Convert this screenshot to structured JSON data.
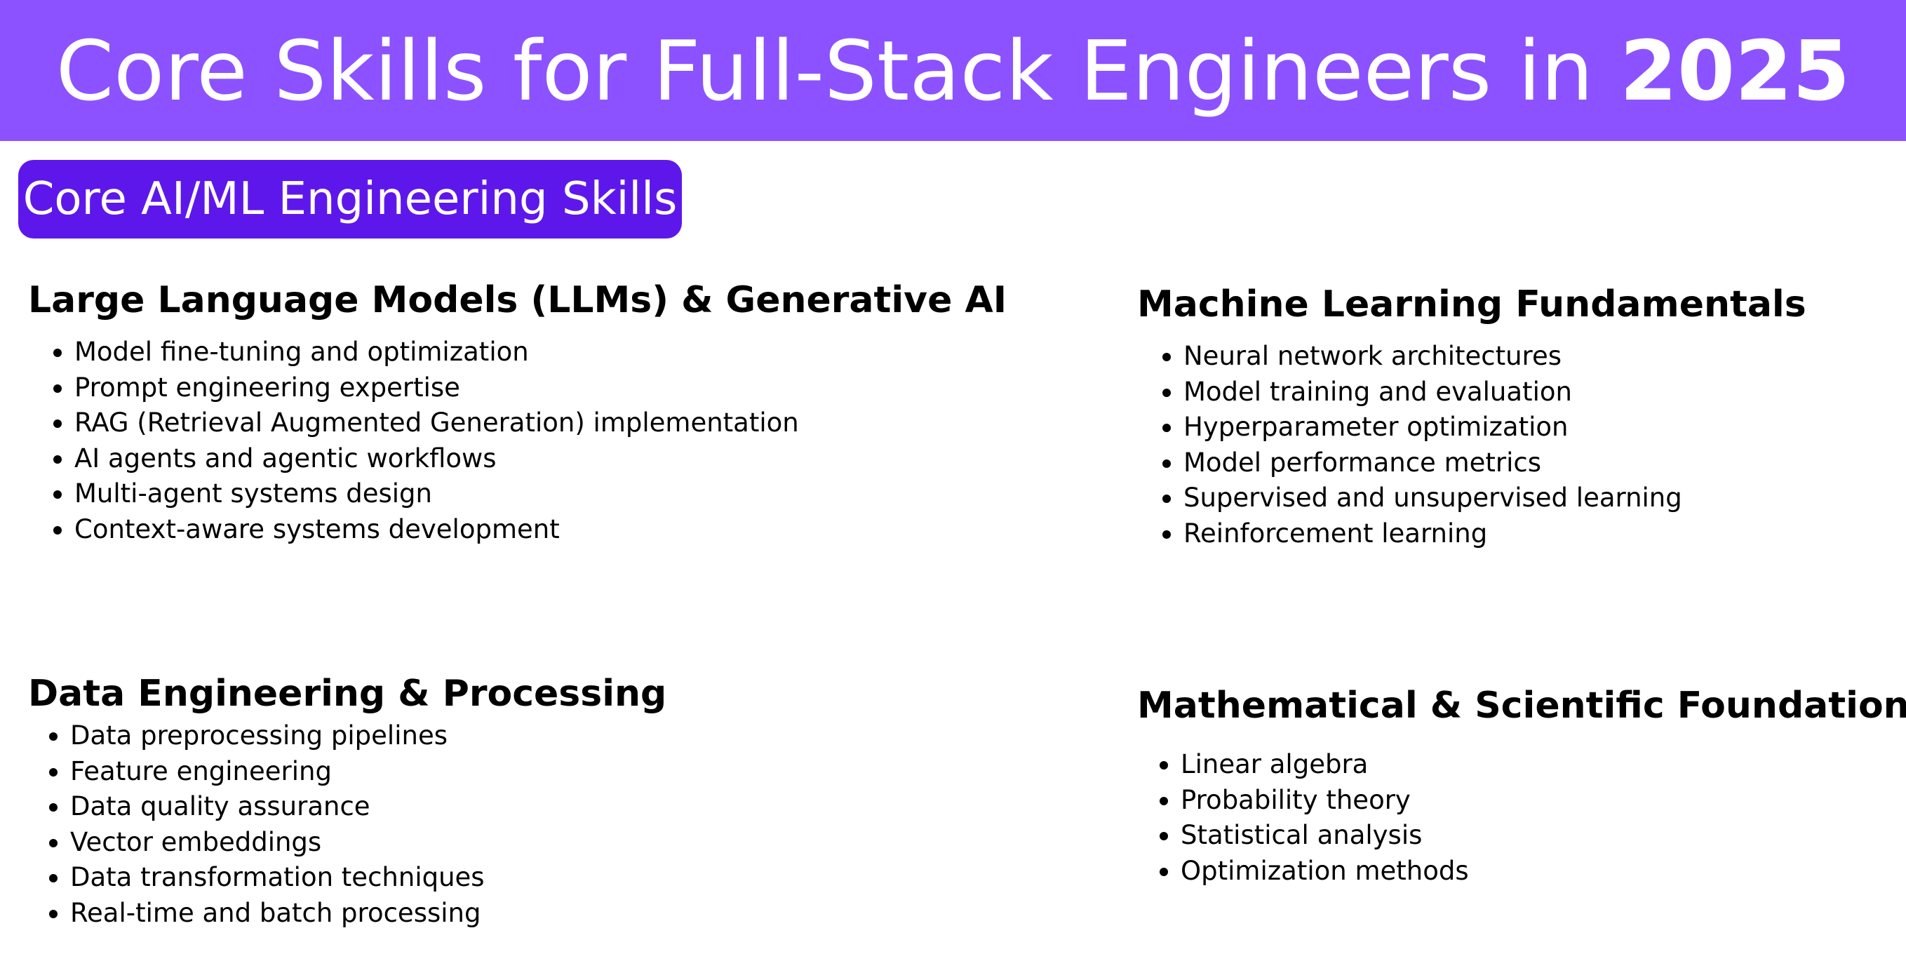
{
  "header": {
    "title_main": "Core Skills for Full-Stack Engineers in",
    "title_year": "2025",
    "background_color": "#8c52ff"
  },
  "category": {
    "label": "Core AI/ML Engineering Skills",
    "background_color": "#5e17eb"
  },
  "sections": [
    {
      "title": "Large Language Models (LLMs) & Generative AI",
      "items": [
        "Model fine-tuning and optimization",
        "Prompt engineering expertise",
        "RAG (Retrieval Augmented Generation) implementation",
        "AI agents and agentic workflows",
        "Multi-agent systems design",
        "Context-aware systems development"
      ]
    },
    {
      "title": "Machine Learning Fundamentals",
      "items": [
        "Neural network architectures",
        "Model training and evaluation",
        "Hyperparameter optimization",
        "Model performance metrics",
        "Supervised and unsupervised learning",
        "Reinforcement learning"
      ]
    },
    {
      "title": "Data Engineering & Processing",
      "items": [
        "Data preprocessing pipelines",
        "Feature engineering",
        "Data quality assurance",
        "Vector embeddings",
        "Data transformation techniques",
        "Real-time and batch processing"
      ]
    },
    {
      "title": "Mathematical & Scientific Foundation",
      "items": [
        "Linear algebra",
        "Probability theory",
        "Statistical analysis",
        "Optimization methods"
      ]
    }
  ]
}
